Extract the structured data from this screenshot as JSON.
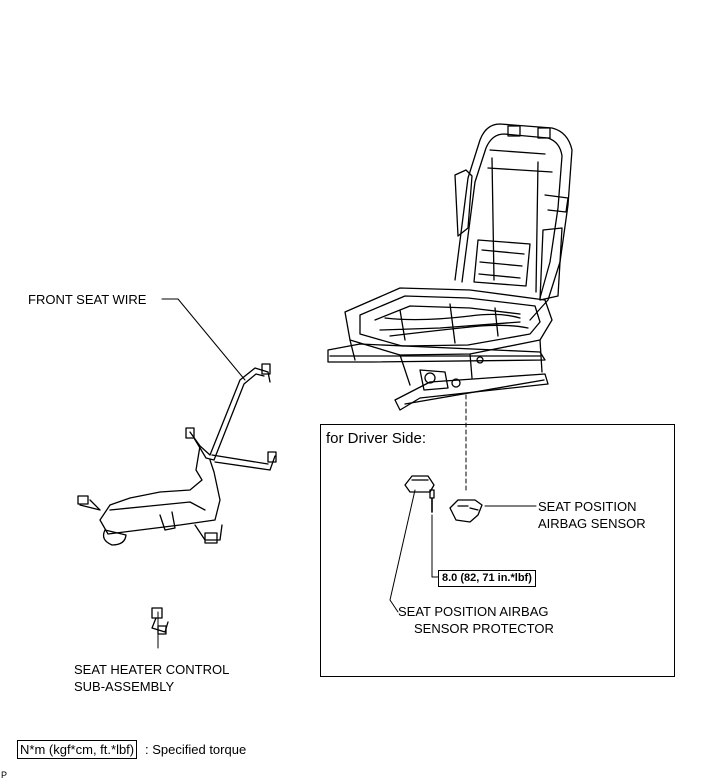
{
  "labels": {
    "front_seat_wire": "FRONT SEAT WIRE",
    "driver_side_title": "for Driver Side:",
    "seat_position_airbag_sensor": [
      "SEAT POSITION",
      "AIRBAG SENSOR"
    ],
    "sensor_protector": [
      "SEAT POSITION AIRBAG",
      "SENSOR PROTECTOR"
    ],
    "seat_heater": [
      "SEAT HEATER CONTROL",
      "SUB-ASSEMBLY"
    ],
    "torque_value": "8.0 (82, 71 in.*lbf)"
  },
  "legend": {
    "unit_box": "N*m (kgf*cm, ft.*lbf)",
    "description": ": Specified torque"
  },
  "corner_mark": "P"
}
